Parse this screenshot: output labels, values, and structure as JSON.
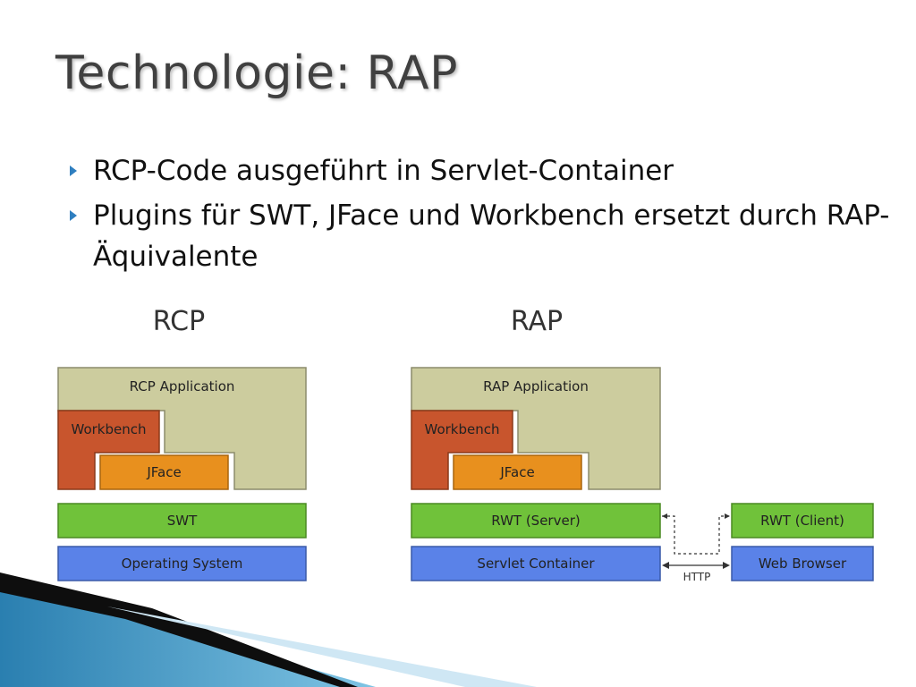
{
  "slide": {
    "title": "Technologie: RAP",
    "bullets": [
      "RCP-Code ausgeführt in Servlet-Container",
      "Plugins für SWT, JFace und Workbench ersetzt durch RAP-Äquivalente"
    ]
  },
  "diagram": {
    "rcp": {
      "heading": "RCP",
      "application": "RCP Application",
      "workbench": "Workbench",
      "jface": "JFace",
      "swt": "SWT",
      "os": "Operating System"
    },
    "rap": {
      "heading": "RAP",
      "application": "RAP Application",
      "workbench": "Workbench",
      "jface": "JFace",
      "rwt_server": "RWT (Server)",
      "servlet_container": "Servlet Container",
      "rwt_client": "RWT (Client)",
      "web_browser": "Web Browser",
      "http": "HTTP"
    },
    "colors": {
      "application": "#cccc9e",
      "workbench": "#c8552d",
      "jface": "#e8901e",
      "swt": "#70c23a",
      "os": "#5a82e8"
    }
  }
}
